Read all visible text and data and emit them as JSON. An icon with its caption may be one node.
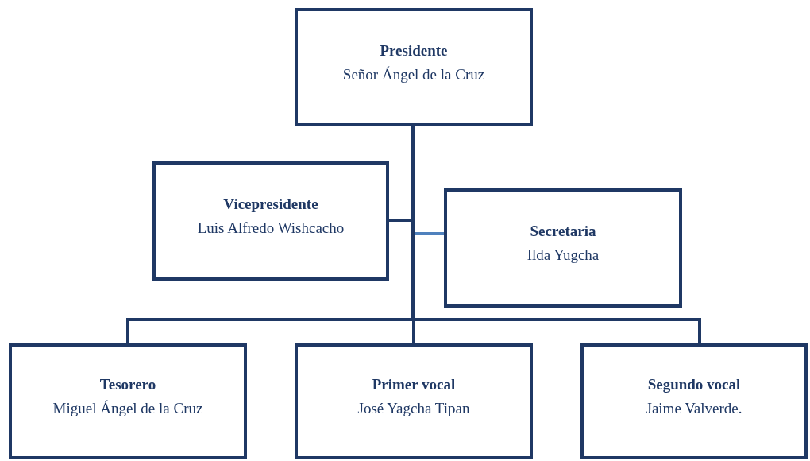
{
  "diagram": {
    "nodes": [
      {
        "text": [
          "Presidente",
          "Señor Ángel de la Cruz"
        ]
      },
      {
        "text": [
          "Vicepresidente",
          "Luis Alfredo Wishcacho"
        ]
      },
      {
        "text": [
          "Secretaria",
          "Ilda Yugcha"
        ]
      },
      {
        "text": [
          "Tesorero",
          "Miguel Ángel de la Cruz"
        ]
      },
      {
        "text": [
          "Primer vocal",
          "José Yagcha Tipan"
        ]
      },
      {
        "text": [
          "Segundo vocal",
          "Jaime Valverde."
        ]
      }
    ],
    "edges": [
      {
        "from": 0,
        "to": 1,
        "arrow": "none"
      },
      {
        "from": 0,
        "to": 2,
        "arrow": "none",
        "color": "#4f81bd"
      },
      {
        "from": 0,
        "to": 3,
        "arrow": "none"
      },
      {
        "from": 0,
        "to": 4,
        "arrow": "none"
      },
      {
        "from": 0,
        "to": 5,
        "arrow": "none"
      }
    ]
  }
}
